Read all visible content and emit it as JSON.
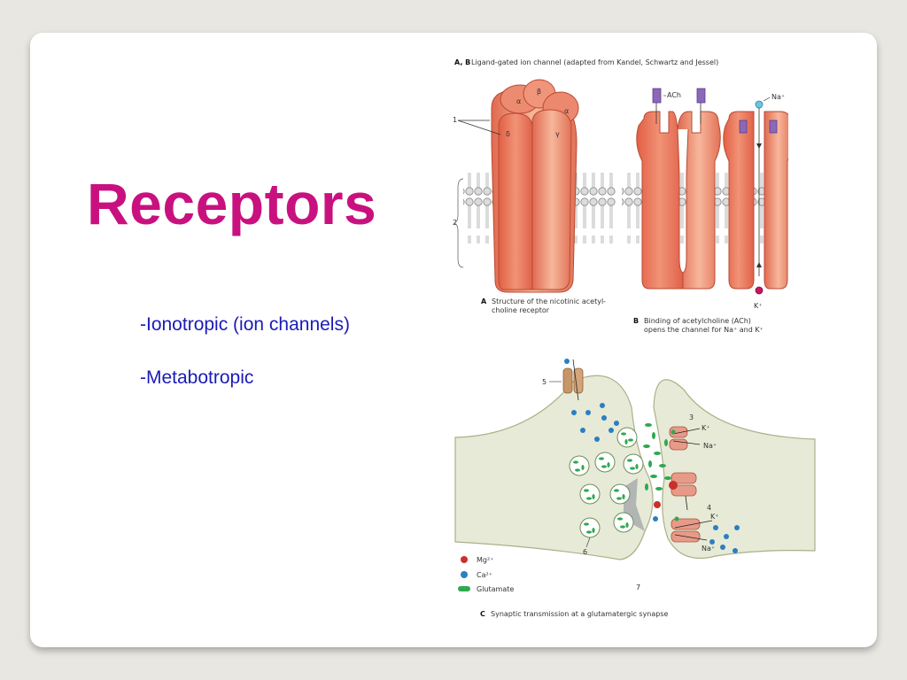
{
  "slide": {
    "title": "Receptors",
    "bullets": [
      "-Ionotropic (ion channels)",
      "-Metabotropic"
    ]
  },
  "figure_top": {
    "heading_letters": "A, B",
    "heading_text": "Ligand-gated ion channel (adapted from Kandel, Schwartz and Jessel)",
    "panel_a_caption": [
      "Structure of the nicotinic acetyl-",
      "choline receptor"
    ],
    "panel_a_letter": "A",
    "panel_b_caption": [
      "Binding of acetylcholine (ACh)",
      "opens the channel for Na⁺ and K⁺"
    ],
    "panel_b_letter": "B",
    "labels": {
      "one": "1",
      "two": "2",
      "alpha_left": "α",
      "beta": "β",
      "alpha_right": "α",
      "delta": "δ",
      "gamma": "γ",
      "ach": "ACh",
      "na": "Na⁺",
      "k": "K⁺"
    }
  },
  "figure_bottom": {
    "caption_letter": "C",
    "caption": "Synaptic transmission at a glutamatergic synapse",
    "numbers": {
      "five": "5",
      "three": "3",
      "four": "4",
      "six": "6",
      "seven": "7"
    },
    "ions": {
      "k_top": "K⁺",
      "na_top": "Na⁺",
      "k_bottom": "K⁺",
      "na_bottom": "Na⁺"
    },
    "legend": [
      "Mg²⁺",
      "Ca²⁺",
      "Glutamate"
    ],
    "colors": {
      "mg": "#c9302c",
      "ca": "#2a7fc1",
      "glutamate": "#2fa84f"
    }
  }
}
